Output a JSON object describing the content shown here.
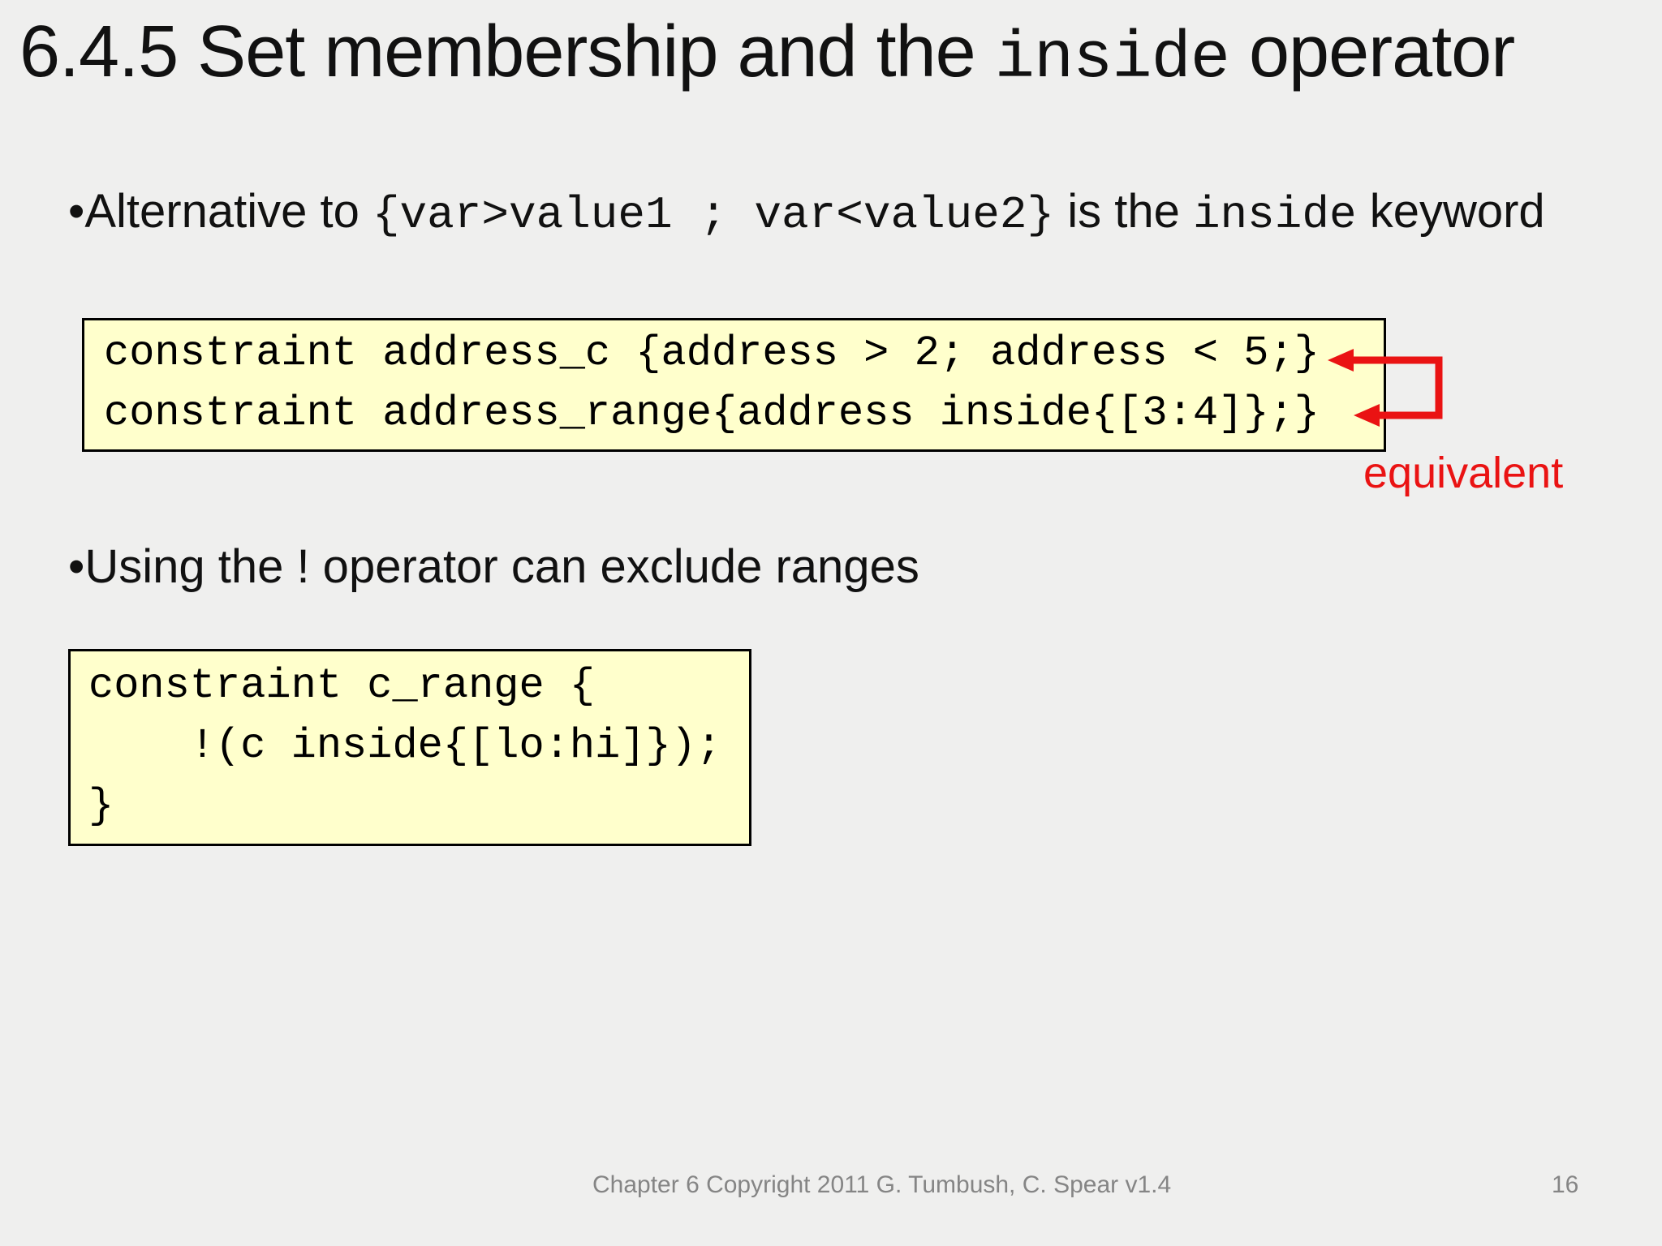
{
  "slide": {
    "title": {
      "text_before": "6.4.5 Set membership and the ",
      "code_word": "inside",
      "text_after": " operator"
    },
    "bullet_alternative": {
      "marker": "•",
      "text_1": "Alternative to ",
      "code_1": "{var>value1 ; var<value2}",
      "text_2": " is the ",
      "code_2": "inside",
      "text_3": " keyword"
    },
    "code_block_equivalent": {
      "line_1": "constraint address_c {address > 2; address < 5;}",
      "line_2": "constraint address_range{address inside{[3:4]};}"
    },
    "equivalent_label": "equivalent",
    "bullet_exclude": {
      "marker": "•",
      "text": "Using the ! operator can exclude ranges"
    },
    "code_block_exclude": {
      "line_1": "constraint c_range {",
      "line_2": "    !(c inside{[lo:hi]});",
      "line_3": "}"
    },
    "footer": {
      "copyright": "Chapter 6 Copyright 2011 G. Tumbush, C. Spear v1.4",
      "page_number": "16"
    },
    "colors": {
      "background": "#efefee",
      "code_box_fill": "#ffffcc",
      "code_box_border": "#000000",
      "accent_red": "#ea1313",
      "footer_gray": "#858585",
      "text_black": "#111111"
    }
  }
}
